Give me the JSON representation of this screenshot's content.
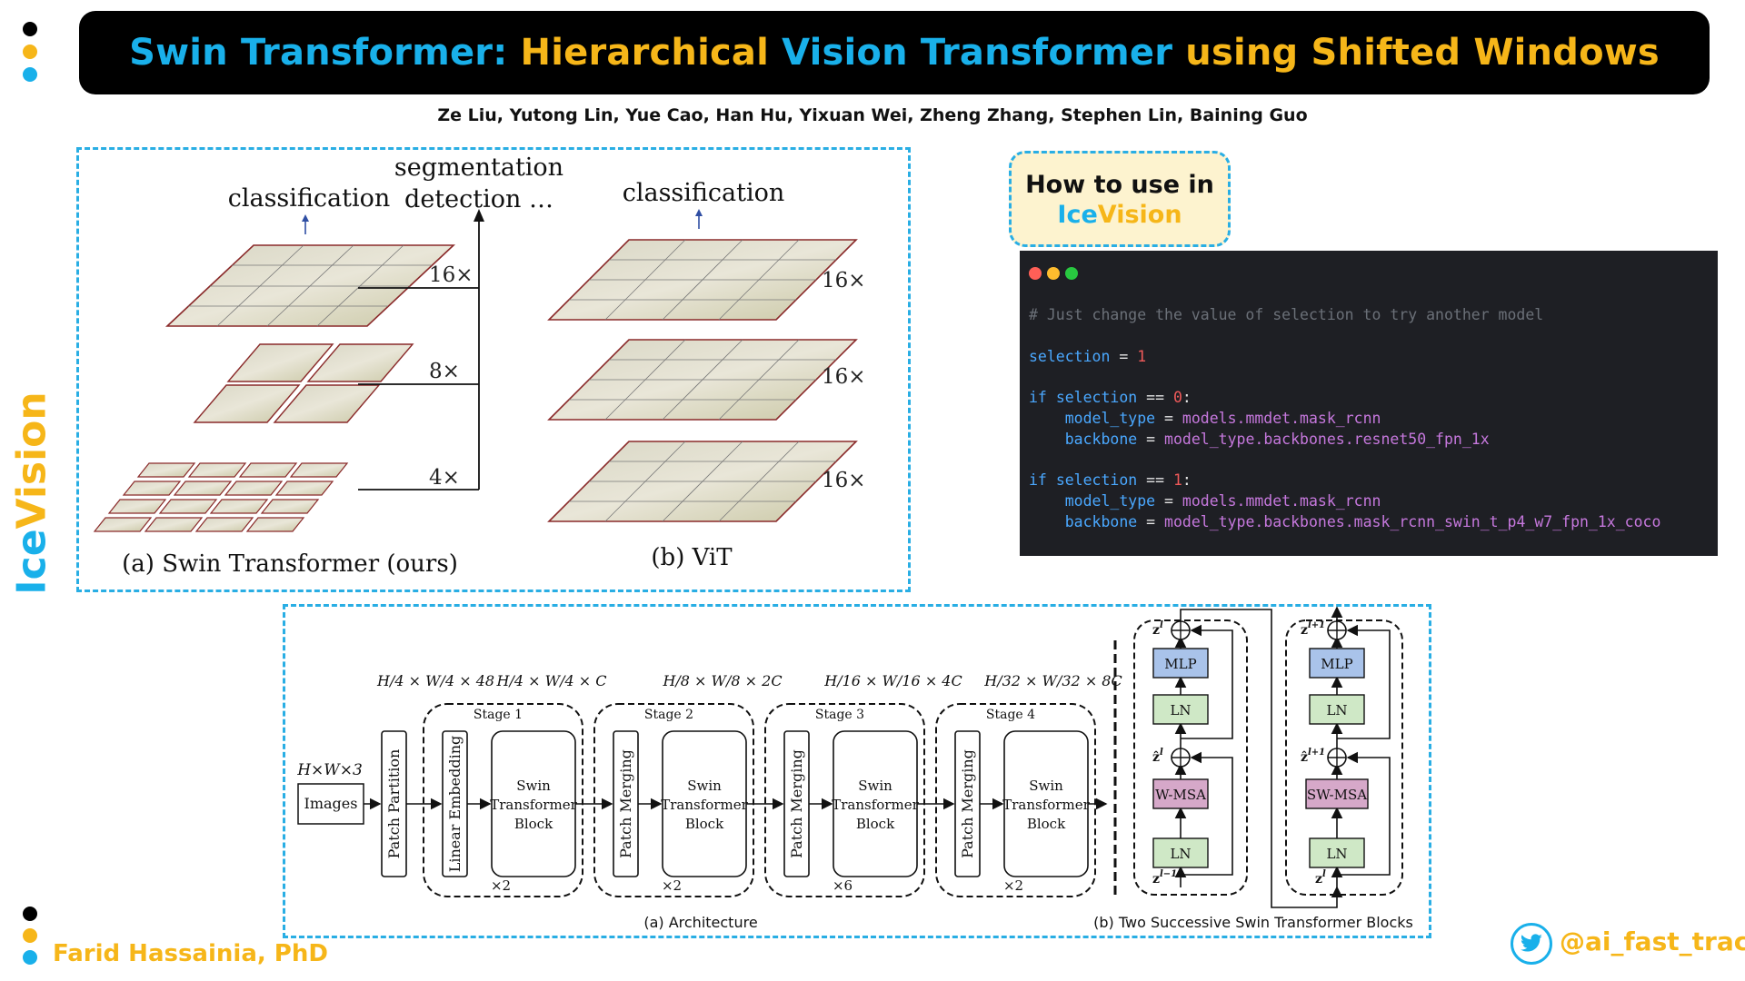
{
  "title": {
    "parts": [
      {
        "text": "Swin Transformer: ",
        "color": "blue"
      },
      {
        "text": "Hierarchical ",
        "color": "gold"
      },
      {
        "text": "Vision Transformer ",
        "color": "blue"
      },
      {
        "text": "using ",
        "color": "gold"
      },
      {
        "text": "Shifted Windows",
        "color": "blue"
      }
    ]
  },
  "authors": "Ze Liu, Yutong Lin, Yue Cao, Han Hu, Yixuan Wei, Zheng Zhang, Stephen Lin, Baining Guo",
  "brand": {
    "part1": "Ice",
    "part2": "Vision"
  },
  "colors": {
    "blue": "#19b0ea",
    "gold": "#f6b619",
    "black": "#000000"
  },
  "howto": {
    "line1": "How to use in",
    "brand_part1": "Ice",
    "brand_part2": "Vision"
  },
  "code": {
    "comment": "# Just change the value of selection to try another model",
    "selection_var": "selection",
    "selection_value": "1",
    "blocks": [
      {
        "cond_value": "0",
        "model_type_value": "models.mmdet.mask_rcnn",
        "backbone_value": "model_type.backbones.resnet50_fpn_1x"
      },
      {
        "cond_value": "1",
        "model_type_value": "models.mmdet.mask_rcnn",
        "backbone_value": "model_type.backbones.mask_rcnn_swin_t_p4_w7_fpn_1x_coco"
      }
    ]
  },
  "figure_top": {
    "swin_task_cls": "classification",
    "swin_task_seg_1": "segmentation",
    "swin_task_seg_2": "detection …",
    "vit_task_cls": "classification",
    "swin_scales": [
      "16×",
      "8×",
      "4×"
    ],
    "vit_scales": [
      "16×",
      "16×",
      "16×"
    ],
    "caption_a": "(a) Swin Transformer (ours)",
    "caption_b": "(b) ViT"
  },
  "figure_bottom": {
    "input_dim": "H×W×3",
    "images_label": "Images",
    "patch_partition": "Patch Partition",
    "linear_embedding": "Linear Embedding",
    "patch_merging": "Patch Merging",
    "block_label": [
      "Swin",
      "Transformer",
      "Block"
    ],
    "stages": [
      {
        "name": "Stage 1",
        "repeat": "×2",
        "dim": "H/4 × W/4 × C"
      },
      {
        "name": "Stage 2",
        "repeat": "×2",
        "dim": "H/8 × W/8 × 2C"
      },
      {
        "name": "Stage 3",
        "repeat": "×6",
        "dim": "H/16 × W/16 × 4C"
      },
      {
        "name": "Stage 4",
        "repeat": "×2",
        "dim": "H/32 × W/32 × 8C"
      }
    ],
    "patch_dim": "H/4 × W/4 × 48",
    "caption_a": "(a) Architecture",
    "caption_b": "(b) Two Successive Swin Transformer Blocks",
    "block1": {
      "mlp": "MLP",
      "ln": "LN",
      "msa": "W-MSA",
      "z_out": "z",
      "z_out_sup": "l",
      "z_mid": "ẑ",
      "z_mid_sup": "l",
      "z_in": "z",
      "z_in_sup": "l−1"
    },
    "block2": {
      "mlp": "MLP",
      "ln": "LN",
      "msa": "SW-MSA",
      "z_out": "z",
      "z_out_sup": "l+1",
      "z_mid": "ẑ",
      "z_mid_sup": "l+1",
      "z_in": "z",
      "z_in_sup": "l"
    }
  },
  "author_name": "Farid Hassainia, PhD",
  "handle": "@ai_fast_track"
}
